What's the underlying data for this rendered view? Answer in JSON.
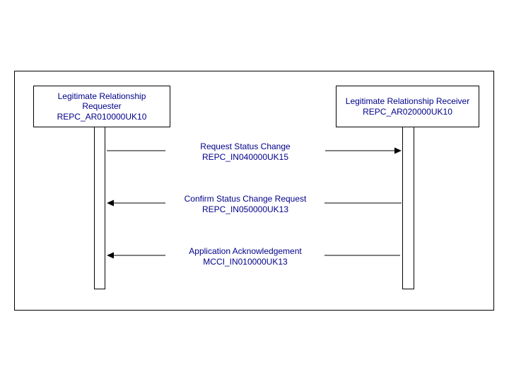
{
  "actors": {
    "requester": {
      "line1": "Legitimate Relationship",
      "line2": "Requester",
      "code": "REPC_AR010000UK10"
    },
    "receiver": {
      "line1": "Legitimate Relationship Receiver",
      "code": "REPC_AR020000UK10"
    }
  },
  "messages": [
    {
      "name": "Request Status Change",
      "code": "REPC_IN040000UK15",
      "direction": "requester-to-receiver"
    },
    {
      "name": "Confirm Status Change Request",
      "code": "REPC_IN050000UK13",
      "direction": "receiver-to-requester"
    },
    {
      "name": "Application Acknowledgement",
      "code": "MCCI_IN010000UK13",
      "direction": "receiver-to-requester"
    }
  ],
  "colors": {
    "text": "#00008b",
    "lines": "#000000"
  }
}
